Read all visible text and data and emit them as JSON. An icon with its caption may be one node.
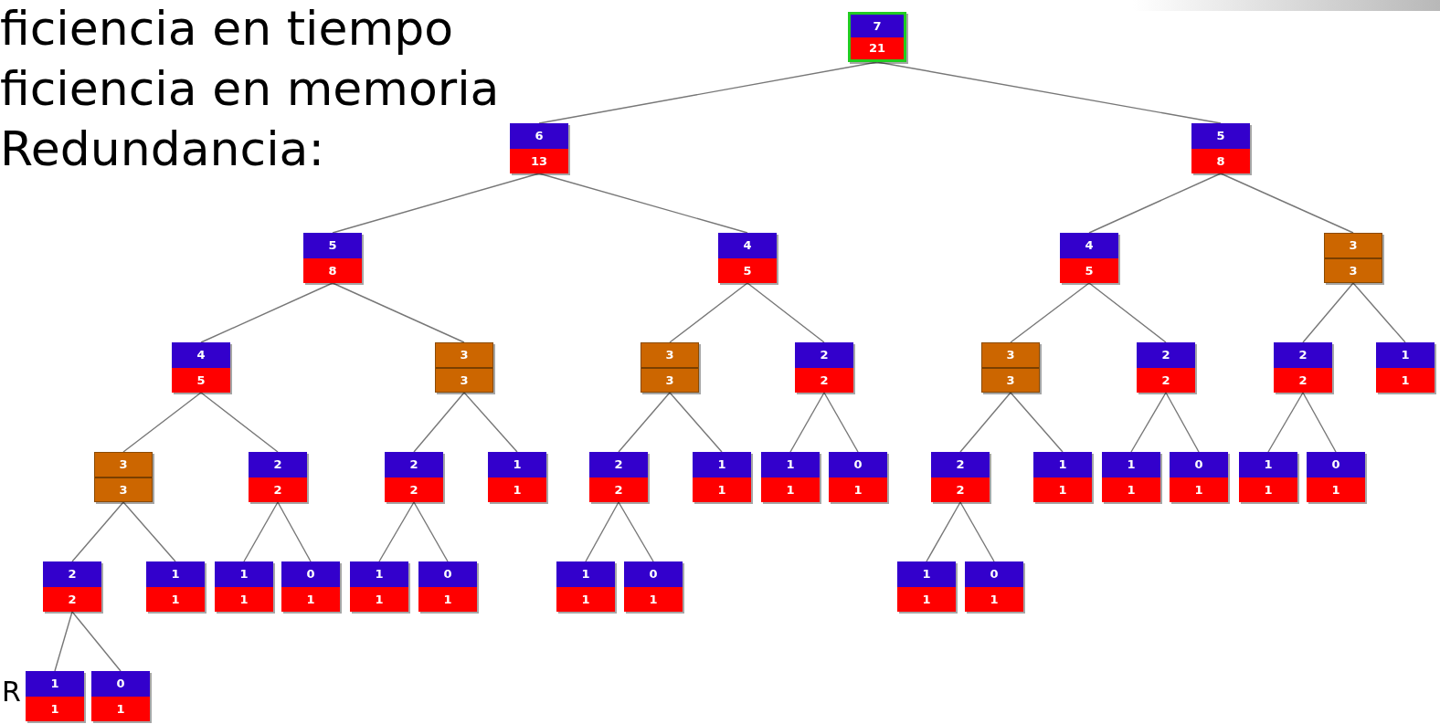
{
  "diagram": {
    "nodes": [
      {
        "text": [
          "7",
          "21"
        ]
      },
      {
        "text": [
          "6",
          "13"
        ]
      },
      {
        "text": [
          "5",
          "8"
        ]
      },
      {
        "text": [
          "5",
          "8"
        ]
      },
      {
        "text": [
          "4",
          "5"
        ]
      },
      {
        "text": [
          "4",
          "5"
        ]
      },
      {
        "text": [
          "3",
          "3"
        ]
      },
      {
        "text": [
          "4",
          "5"
        ]
      },
      {
        "text": [
          "3",
          "3"
        ]
      },
      {
        "text": [
          "3",
          "3"
        ]
      },
      {
        "text": [
          "2",
          "2"
        ]
      },
      {
        "text": [
          "3",
          "3"
        ]
      },
      {
        "text": [
          "2",
          "2"
        ]
      },
      {
        "text": [
          "2",
          "2"
        ]
      },
      {
        "text": [
          "1",
          "1"
        ]
      },
      {
        "text": [
          "3",
          "3"
        ]
      },
      {
        "text": [
          "2",
          "2"
        ]
      },
      {
        "text": [
          "2",
          "2"
        ]
      },
      {
        "text": [
          "1",
          "1"
        ]
      },
      {
        "text": [
          "2",
          "2"
        ]
      },
      {
        "text": [
          "1",
          "1"
        ]
      },
      {
        "text": [
          "1",
          "1"
        ]
      },
      {
        "text": [
          "0",
          "1"
        ]
      },
      {
        "text": [
          "2",
          "2"
        ]
      },
      {
        "text": [
          "1",
          "1"
        ]
      },
      {
        "text": [
          "1",
          "1"
        ]
      },
      {
        "text": [
          "0",
          "1"
        ]
      },
      {
        "text": [
          "1",
          "1"
        ]
      },
      {
        "text": [
          "0",
          "1"
        ]
      },
      {
        "text": [
          "2",
          "2"
        ]
      },
      {
        "text": [
          "1",
          "1"
        ]
      },
      {
        "text": [
          "1",
          "1"
        ]
      },
      {
        "text": [
          "0",
          "1"
        ]
      },
      {
        "text": [
          "1",
          "1"
        ]
      },
      {
        "text": [
          "0",
          "1"
        ]
      },
      {
        "text": [
          "1",
          "1"
        ]
      },
      {
        "text": [
          "0",
          "1"
        ]
      },
      {
        "text": [
          "1",
          "1"
        ]
      },
      {
        "text": [
          "0",
          "1"
        ]
      },
      {
        "text": [
          "1",
          "1"
        ]
      },
      {
        "text": [
          "0",
          "1"
        ]
      }
    ],
    "edges": [
      {
        "from": 0,
        "to": 1,
        "arrow": "none"
      },
      {
        "from": 0,
        "to": 2,
        "arrow": "none"
      },
      {
        "from": 1,
        "to": 3,
        "arrow": "none"
      },
      {
        "from": 1,
        "to": 4,
        "arrow": "none"
      },
      {
        "from": 2,
        "to": 5,
        "arrow": "none"
      },
      {
        "from": 2,
        "to": 6,
        "arrow": "none"
      },
      {
        "from": 3,
        "to": 7,
        "arrow": "none"
      },
      {
        "from": 3,
        "to": 8,
        "arrow": "none"
      },
      {
        "from": 4,
        "to": 9,
        "arrow": "none"
      },
      {
        "from": 4,
        "to": 10,
        "arrow": "none"
      },
      {
        "from": 5,
        "to": 11,
        "arrow": "none"
      },
      {
        "from": 5,
        "to": 12,
        "arrow": "none"
      },
      {
        "from": 6,
        "to": 13,
        "arrow": "none"
      },
      {
        "from": 6,
        "to": 14,
        "arrow": "none"
      },
      {
        "from": 7,
        "to": 15,
        "arrow": "none"
      },
      {
        "from": 7,
        "to": 16,
        "arrow": "none"
      },
      {
        "from": 8,
        "to": 17,
        "arrow": "none"
      },
      {
        "from": 8,
        "to": 18,
        "arrow": "none"
      },
      {
        "from": 9,
        "to": 19,
        "arrow": "none"
      },
      {
        "from": 9,
        "to": 20,
        "arrow": "none"
      },
      {
        "from": 10,
        "to": 21,
        "arrow": "none"
      },
      {
        "from": 10,
        "to": 22,
        "arrow": "none"
      },
      {
        "from": 11,
        "to": 23,
        "arrow": "none"
      },
      {
        "from": 11,
        "to": 24,
        "arrow": "none"
      },
      {
        "from": 12,
        "to": 25,
        "arrow": "none"
      },
      {
        "from": 12,
        "to": 26,
        "arrow": "none"
      },
      {
        "from": 13,
        "to": 27,
        "arrow": "none"
      },
      {
        "from": 13,
        "to": 28,
        "arrow": "none"
      },
      {
        "from": 15,
        "to": 29,
        "arrow": "none"
      },
      {
        "from": 15,
        "to": 30,
        "arrow": "none"
      },
      {
        "from": 16,
        "to": 31,
        "arrow": "none"
      },
      {
        "from": 16,
        "to": 32,
        "arrow": "none"
      },
      {
        "from": 17,
        "to": 33,
        "arrow": "none"
      },
      {
        "from": 17,
        "to": 34,
        "arrow": "none"
      },
      {
        "from": 19,
        "to": 35,
        "arrow": "none"
      },
      {
        "from": 19,
        "to": 36,
        "arrow": "none"
      },
      {
        "from": 23,
        "to": 37,
        "arrow": "none"
      },
      {
        "from": 23,
        "to": 38,
        "arrow": "none"
      },
      {
        "from": 29,
        "to": 39,
        "arrow": "none"
      },
      {
        "from": 29,
        "to": 40,
        "arrow": "none"
      }
    ],
    "labels": [
      "ficiencia en tiempo",
      "ficiencia en memoria",
      "Redundancia:",
      "R"
    ]
  }
}
